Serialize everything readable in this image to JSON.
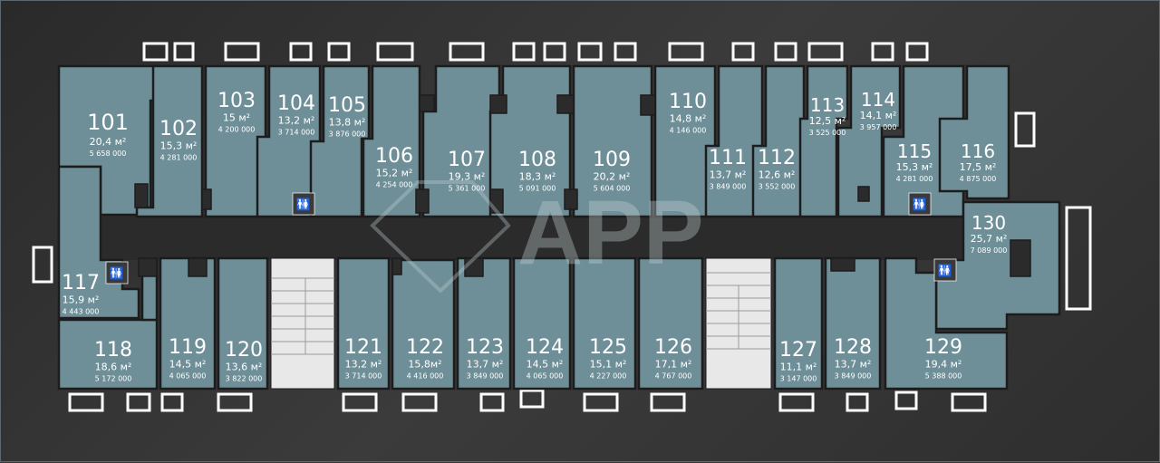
{
  "watermark": "APP",
  "units": [
    {
      "num": "101",
      "area": "20,4 м²",
      "price": "5 658 000"
    },
    {
      "num": "102",
      "area": "15,3 м²",
      "price": "4 281 000"
    },
    {
      "num": "103",
      "area": "15 м²",
      "price": "4 200 000"
    },
    {
      "num": "104",
      "area": "13,2 м²",
      "price": "3 714 000"
    },
    {
      "num": "105",
      "area": "13,8 м²",
      "price": "3 876 000"
    },
    {
      "num": "106",
      "area": "15,2 м²",
      "price": "4 254 000"
    },
    {
      "num": "107",
      "area": "19,3 м²",
      "price": "5 361 000"
    },
    {
      "num": "108",
      "area": "18,3 м²",
      "price": "5 091 000"
    },
    {
      "num": "109",
      "area": "20,2 м²",
      "price": "5 604 000"
    },
    {
      "num": "110",
      "area": "14,8 м²",
      "price": "4 146 000"
    },
    {
      "num": "111",
      "area": "13,7 м²",
      "price": "3 849 000"
    },
    {
      "num": "112",
      "area": "12,6 м²",
      "price": "3 552 000"
    },
    {
      "num": "113",
      "area": "12,5 м²",
      "price": "3 525 000"
    },
    {
      "num": "114",
      "area": "14,1 м²",
      "price": "3 957 000"
    },
    {
      "num": "115",
      "area": "15,3 м²",
      "price": "4 281 000"
    },
    {
      "num": "116",
      "area": "17,5 м²",
      "price": "4 875 000"
    },
    {
      "num": "117",
      "area": "15,9 м²",
      "price": "4 443 000"
    },
    {
      "num": "118",
      "area": "18,6 м²",
      "price": "5 172 000"
    },
    {
      "num": "119",
      "area": "14,5 м²",
      "price": "4 065 000"
    },
    {
      "num": "120",
      "area": "13,6 м²",
      "price": "3 822 000"
    },
    {
      "num": "121",
      "area": "13,2 м²",
      "price": "3 714 000"
    },
    {
      "num": "122",
      "area": "15,8м²",
      "price": "4 416 000"
    },
    {
      "num": "123",
      "area": "13,7 м²",
      "price": "3 849 000"
    },
    {
      "num": "124",
      "area": "14,5 м²",
      "price": "4 065 000"
    },
    {
      "num": "125",
      "area": "15,1 м²",
      "price": "4 227 000"
    },
    {
      "num": "126",
      "area": "17,1 м²",
      "price": "4 767 000"
    },
    {
      "num": "127",
      "area": "11,1 м²",
      "price": "3 147 000"
    },
    {
      "num": "128",
      "area": "13,7 м²",
      "price": "3 849 000"
    },
    {
      "num": "129",
      "area": "19,4 м²",
      "price": "5 388 000"
    },
    {
      "num": "130",
      "area": "25,7 м²",
      "price": "7 089 000"
    }
  ]
}
